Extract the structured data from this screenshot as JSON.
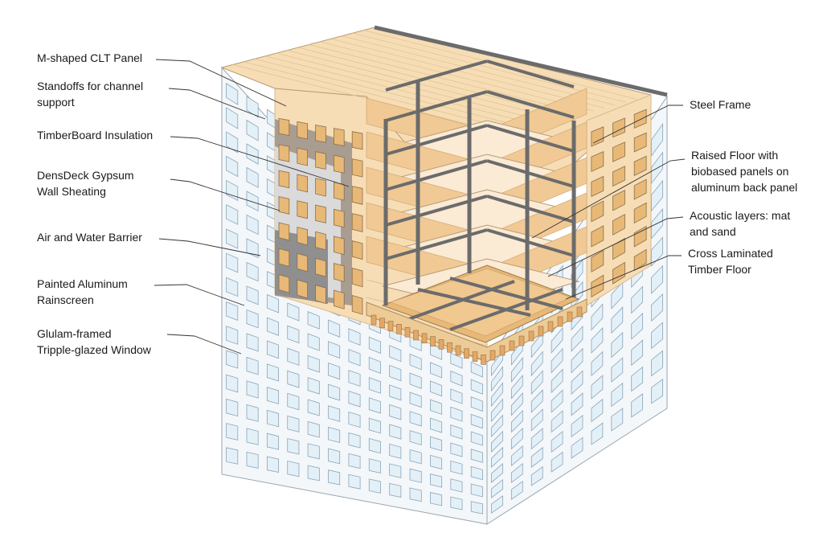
{
  "colors": {
    "facade": "#f3f7fa",
    "window": "#e4f0f8",
    "window_stroke": "#8aa5b8",
    "clt": "#f6ddb5",
    "clt_dark": "#eccb96",
    "grid_line": "#d9b98a",
    "insulation": "#a99d91",
    "gypsum": "#dadada",
    "barrier": "#8f8f8f",
    "steel": "#6b6b6b",
    "floor_panel": "#fbead4",
    "leader": "#333333"
  },
  "labels_left": [
    {
      "id": "m-shaped-clt-panel",
      "lines": [
        "M-shaped CLT Panel"
      ]
    },
    {
      "id": "standoffs",
      "lines": [
        "Standoffs for channel",
        "support"
      ]
    },
    {
      "id": "timberboard-insulation",
      "lines": [
        "TimberBoard Insulation"
      ]
    },
    {
      "id": "densdeck-gypsum",
      "lines": [
        "DensDeck Gypsum",
        "Wall Sheating"
      ]
    },
    {
      "id": "air-water-barrier",
      "lines": [
        "Air and Water Barrier"
      ]
    },
    {
      "id": "painted-aluminum",
      "lines": [
        "Painted Aluminum",
        "Rainscreen"
      ]
    },
    {
      "id": "glulam-window",
      "lines": [
        "Glulam-framed",
        "Tripple-glazed Window"
      ]
    }
  ],
  "labels_right": [
    {
      "id": "steel-frame",
      "lines": [
        "Steel Frame"
      ]
    },
    {
      "id": "raised-floor",
      "lines": [
        "Raised Floor with",
        "biobased panels on",
        "aluminum back panel"
      ]
    },
    {
      "id": "acoustic-layers",
      "lines": [
        "Acoustic layers: mat",
        "and sand"
      ]
    },
    {
      "id": "clt-floor",
      "lines": [
        "Cross Laminated",
        "Timber Floor"
      ]
    }
  ]
}
